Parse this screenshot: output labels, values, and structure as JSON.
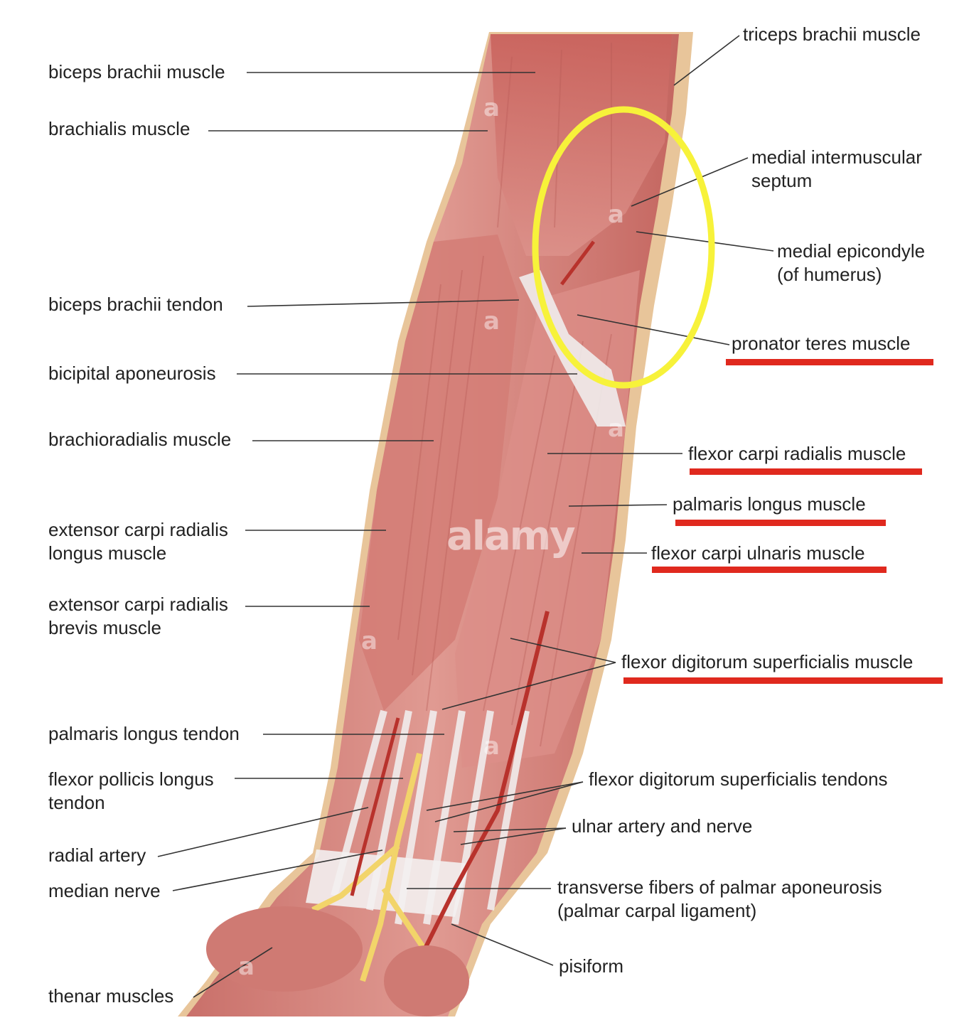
{
  "labels": {
    "left": {
      "biceps_brachii_muscle": "biceps brachii muscle",
      "brachialis_muscle": "brachialis muscle",
      "biceps_brachii_tendon": "biceps brachii tendon",
      "bicipital_aponeurosis": "bicipital aponeurosis",
      "brachioradialis_muscle": "brachioradialis muscle",
      "ecrl_line1": "extensor carpi radialis",
      "ecrl_line2": "longus muscle",
      "ecrb_line1": "extensor carpi radialis",
      "ecrb_line2": "brevis muscle",
      "palmaris_longus_tendon": "palmaris longus tendon",
      "fpl_line1": "flexor pollicis longus",
      "fpl_line2": "tendon",
      "radial_artery": "radial artery",
      "median_nerve": "median nerve",
      "thenar_muscles": "thenar muscles"
    },
    "right": {
      "triceps_brachii_muscle": "triceps brachii muscle",
      "septum_line1": "medial intermuscular",
      "septum_line2": "septum",
      "epicondyle_line1": "medial epicondyle",
      "epicondyle_line2": "(of humerus)",
      "pronator_teres_muscle": "pronator teres muscle",
      "flexor_carpi_radialis_muscle": "flexor carpi radialis muscle",
      "palmaris_longus_muscle": "palmaris longus muscle",
      "flexor_carpi_ulnaris_muscle": "flexor carpi ulnaris muscle",
      "fds_muscle": "flexor digitorum superficialis muscle",
      "fds_tendons": "flexor digitorum superficialis tendons",
      "ulnar_artery_nerve": "ulnar artery and nerve",
      "palmar_line1": "transverse fibers of palmar aponeurosis",
      "palmar_line2": "(palmar carpal ligament)",
      "pisiform": "pisiform"
    }
  },
  "watermark": {
    "brand": "alamy",
    "letter": "a"
  },
  "colors": {
    "muscle": "#d98a84",
    "muscle_dark": "#b9605a",
    "skin": "#e8c59a",
    "tendon": "#eeeaea",
    "nerve": "#f2d46a",
    "artery": "#b8322c",
    "highlight_circle": "#f7f23a",
    "underline": "#e0291e",
    "leader_line": "#333333"
  }
}
